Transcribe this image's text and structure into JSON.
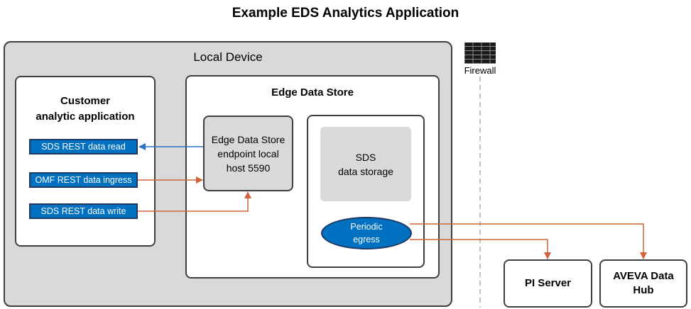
{
  "title": "Example EDS Analytics Application",
  "local_device": {
    "label": "Local Device"
  },
  "customer_app": {
    "title": "Customer\nanalytic application",
    "buttons": [
      "SDS REST data read",
      "OMF REST data ingress",
      "SDS REST data write"
    ]
  },
  "edge_data_store": {
    "title": "Edge Data Store",
    "endpoint": "Edge Data Store\nendpoint local\nhost 5590",
    "sds_storage": "SDS\ndata storage",
    "periodic_egress": "Periodic\negress"
  },
  "firewall": {
    "label": "Firewall"
  },
  "targets": {
    "pi_server": "PI Server",
    "aveva_data_hub": "AVEVA Data\nHub"
  },
  "colors": {
    "accent_blue": "#0070c0",
    "arrow_orange": "#d0643c",
    "arrow_blue": "#2e74c6"
  }
}
